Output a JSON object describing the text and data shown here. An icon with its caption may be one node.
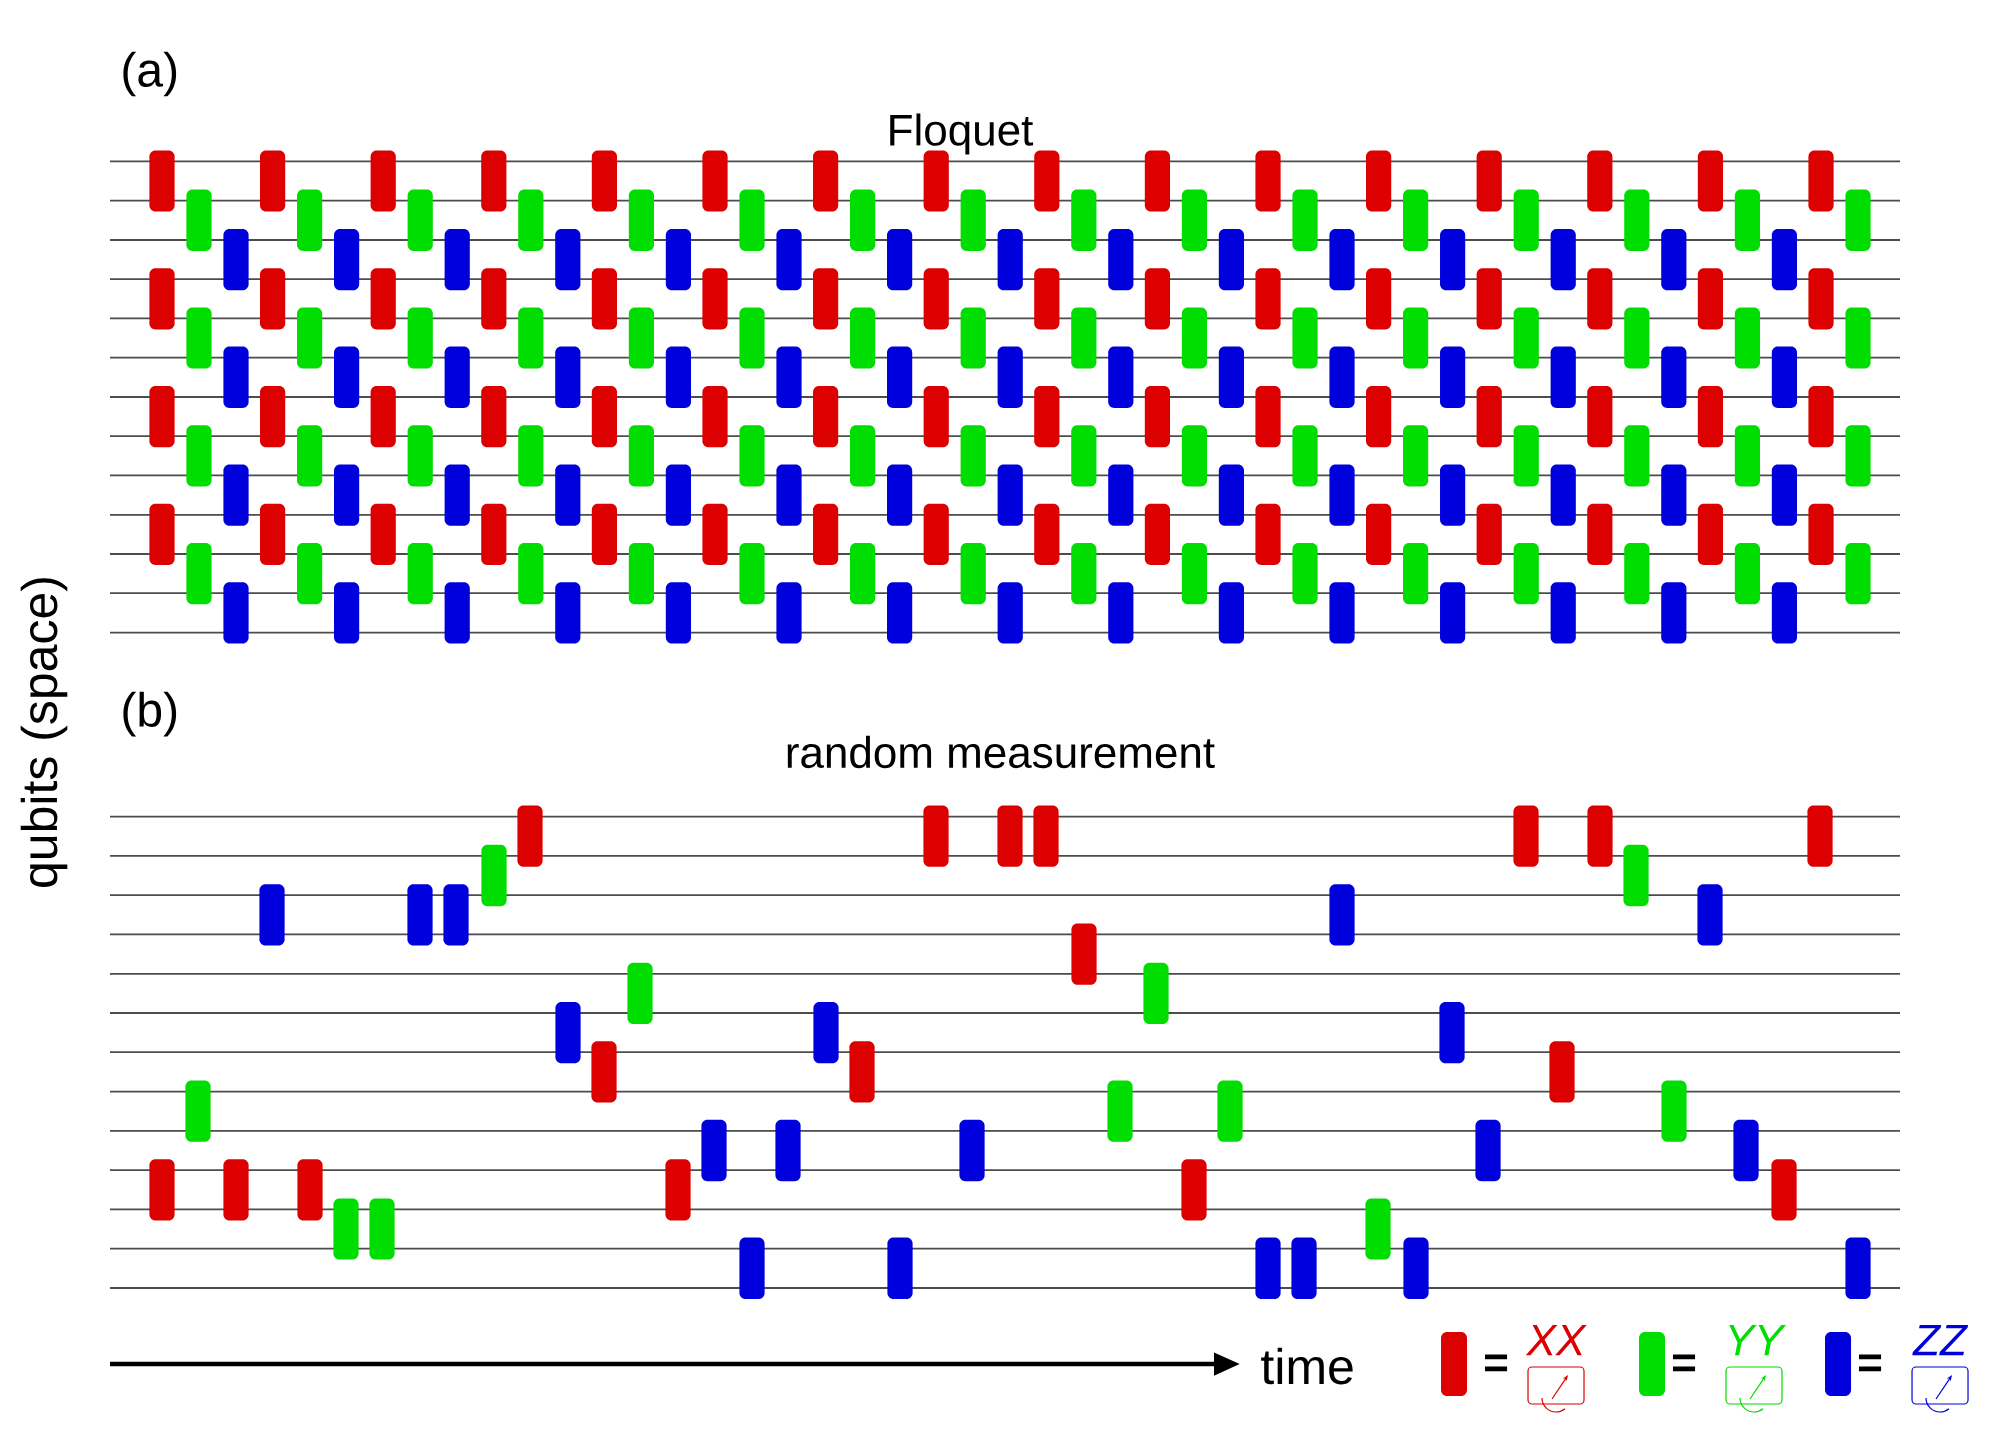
{
  "diagram": {
    "labels": [
      "(a)",
      "Floquet",
      "(b)",
      "random measurement",
      "qubits (space)",
      "time",
      "=",
      "=",
      "="
    ],
    "legend": [
      {
        "text": "XX",
        "color": "#dd0000"
      },
      {
        "text": "YY",
        "color": "#00dd00"
      },
      {
        "text": "ZZ",
        "color": "#0000dd"
      }
    ]
  }
}
